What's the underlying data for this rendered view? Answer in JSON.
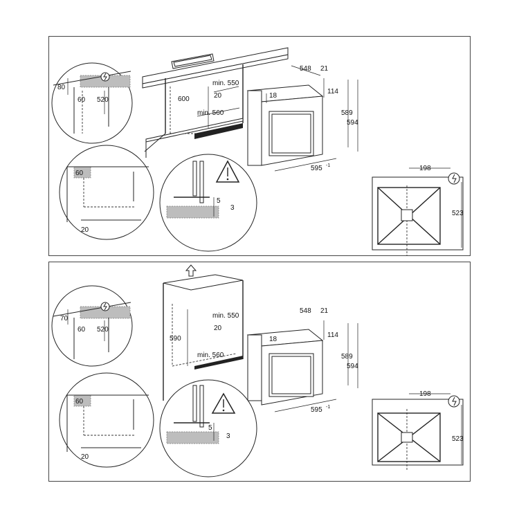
{
  "panels": [
    {
      "id": "top",
      "installation": "under-counter",
      "detail_power": {
        "d1": "80",
        "d2": "60",
        "d3": "520"
      },
      "niche": {
        "height": "600",
        "min_width": "min. 550",
        "back_gap": "20",
        "min_depth": "min. 560"
      },
      "oven": {
        "depth": "548",
        "door": "21",
        "top_offset": "18",
        "door_top": "114",
        "h1": "589",
        "h2": "594",
        "width": "595",
        "width_tol": "-1"
      },
      "corner_detail": {
        "d1": "60",
        "d2": "20"
      },
      "gap_detail": {
        "d1": "5",
        "d2": "3"
      },
      "back_view": {
        "width": "198",
        "height": "523"
      }
    },
    {
      "id": "bottom",
      "installation": "column",
      "detail_power": {
        "d1": "70",
        "d2": "60",
        "d3": "520"
      },
      "niche": {
        "height": "590",
        "min_width": "min. 550",
        "back_gap": "20",
        "min_depth": "min. 560"
      },
      "oven": {
        "depth": "548",
        "door": "21",
        "top_offset": "18",
        "door_top": "114",
        "h1": "589",
        "h2": "594",
        "width": "595",
        "width_tol": "-1"
      },
      "corner_detail": {
        "d1": "60",
        "d2": "20"
      },
      "gap_detail": {
        "d1": "5",
        "d2": "3"
      },
      "back_view": {
        "width": "198",
        "height": "523"
      }
    }
  ],
  "icons": {
    "warning": "warning-triangle-icon",
    "power": "power-symbol-icon",
    "up_arrow": "up-arrow-icon"
  }
}
